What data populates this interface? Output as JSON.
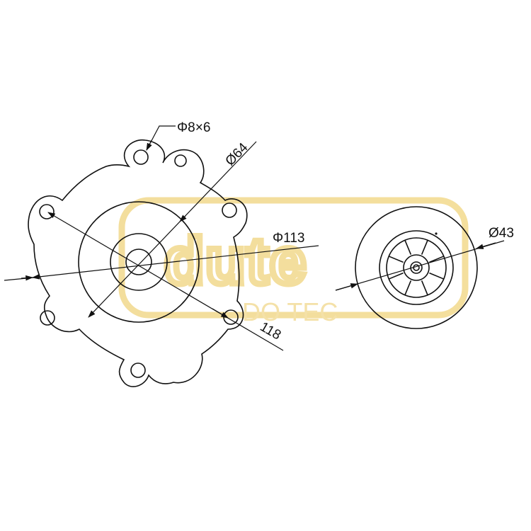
{
  "dimensions": {
    "hole_spec": "Φ8×6",
    "diameter_center": "Ø64",
    "diameter_outer_circle": "Φ113",
    "diameter_hole_circle": "118",
    "diameter_small_part": "Ø43"
  },
  "watermark": {
    "word": "dute",
    "subtitle": "DO TEC",
    "color": "#f2d98c"
  },
  "colors": {
    "line": "#111111",
    "background": "#ffffff"
  }
}
